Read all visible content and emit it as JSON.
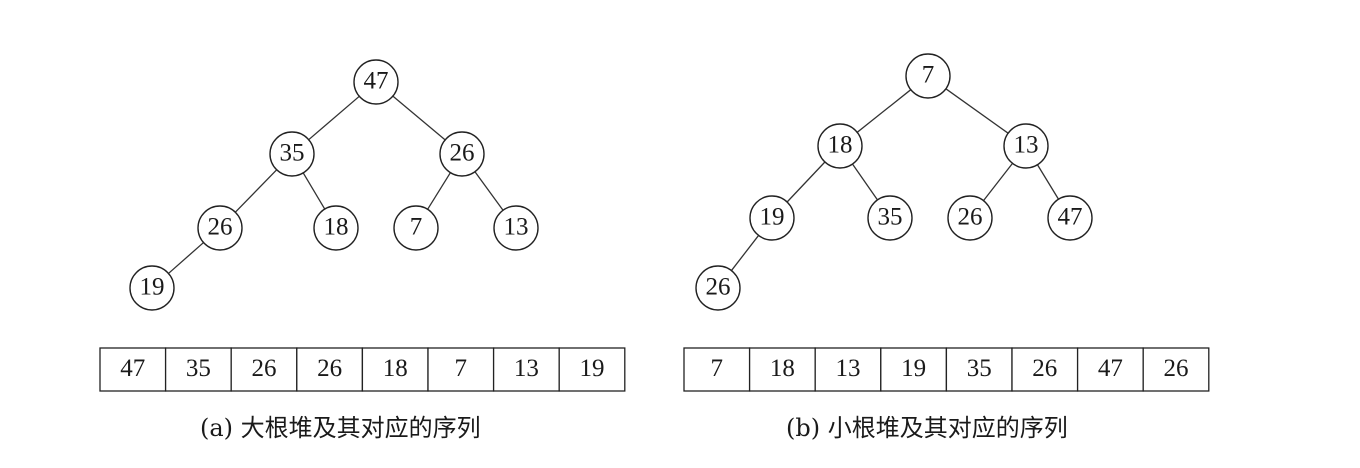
{
  "heaps": [
    {
      "id": "a",
      "caption": "(a) 大根堆及其对应的序列",
      "nodes": [
        "47",
        "35",
        "26",
        "26",
        "18",
        "7",
        "13",
        "19"
      ],
      "sequence": [
        "47",
        "35",
        "26",
        "26",
        "18",
        "7",
        "13",
        "19"
      ]
    },
    {
      "id": "b",
      "caption": "(b) 小根堆及其对应的序列",
      "nodes": [
        "7",
        "18",
        "13",
        "19",
        "35",
        "26",
        "47",
        "26"
      ],
      "sequence": [
        "7",
        "18",
        "13",
        "19",
        "35",
        "26",
        "47",
        "26"
      ]
    }
  ]
}
